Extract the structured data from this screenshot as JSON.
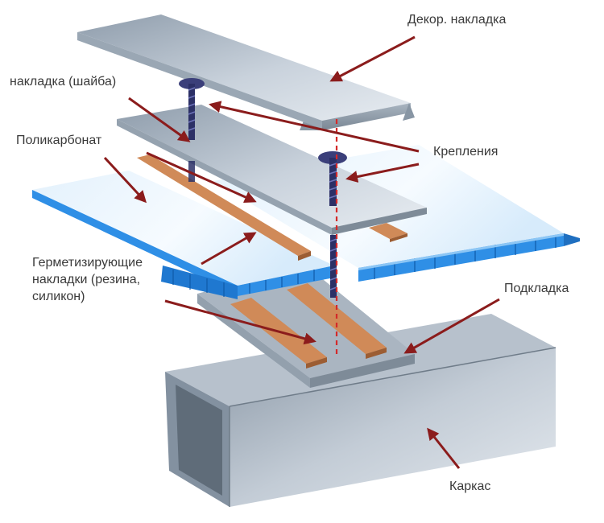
{
  "labels": {
    "decor": "Декор. накладка",
    "washer": "накладка (шайба)",
    "polycarbonate": "Поликарбонат",
    "fasteners": "Крепления",
    "sealing_line1": "Герметизирующие",
    "sealing_line2": "накладки (резина,",
    "sealing_line3": "силикон)",
    "underlay": "Подкладка",
    "frame": "Каркас"
  },
  "colors": {
    "metal_light": "#c7d0da",
    "metal_mid": "#9eabb8",
    "metal_dark": "#74818f",
    "polycarbonate": "#2f8fe6",
    "polycarbonate_light": "#7fc0f7",
    "rubber": "#d08a58",
    "arrow": "#8b1c1c",
    "screw": "#3b3f7a",
    "axis": "#d42a2a"
  }
}
